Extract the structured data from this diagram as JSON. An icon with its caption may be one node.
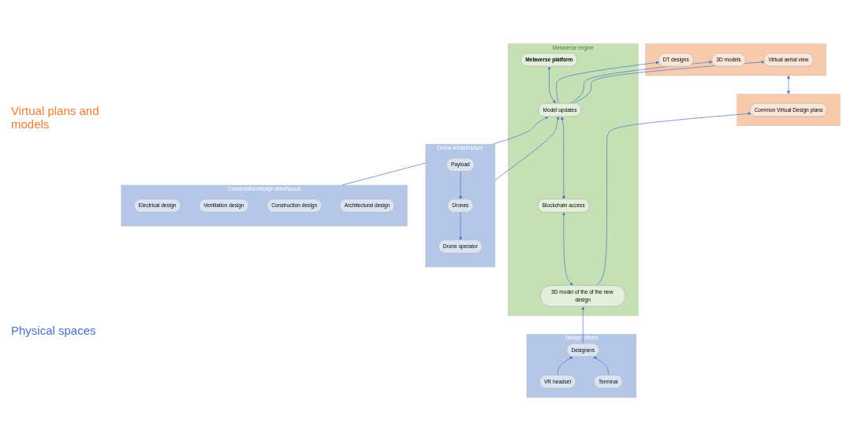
{
  "diagram": {
    "nodes": [
      {
        "text": [],
        "shape": "box"
      },
      {
        "text": [
          "Common Virtual Design plans"
        ],
        "in": 0
      },
      {
        "text": [],
        "shape": "box"
      },
      {
        "text": [
          "Virtual aerial view"
        ],
        "in": 2
      },
      {
        "text": [
          "3D models"
        ],
        "in": 2
      },
      {
        "text": [
          "DT designs"
        ],
        "in": 2
      },
      {
        "text": [
          "Metaverse engine"
        ]
      },
      {
        "text": [
          "3D model of the of the new design"
        ],
        "in": 6
      },
      {
        "text": [
          "Blockchain access"
        ],
        "in": 6
      },
      {
        "text": [
          "Model updates"
        ],
        "in": 6
      },
      {
        "text": [
          "Metaverse platform"
        ],
        "in": 6
      },
      {
        "text": [
          "Design offices"
        ]
      },
      {
        "text": [
          "Designers"
        ],
        "in": 11
      },
      {
        "text": [
          "VR headset"
        ],
        "in": 11
      },
      {
        "text": [
          "Terminal"
        ],
        "in": 11
      },
      {
        "text": [
          "Drone infrastructure"
        ]
      },
      {
        "text": [
          "Drone operator"
        ],
        "in": 15
      },
      {
        "text": [
          "Drones"
        ],
        "in": 15
      },
      {
        "text": [
          "Payload"
        ],
        "in": 15
      },
      {
        "text": [
          "Construction/design area/space"
        ]
      },
      {
        "text": [
          "Electrical design"
        ],
        "in": 19
      },
      {
        "text": [
          "Ventilation design"
        ],
        "in": 19
      },
      {
        "text": [
          "Construction design"
        ],
        "in": 19
      },
      {
        "text": [
          "Architectural design"
        ],
        "in": 19
      }
    ],
    "edges": [
      {
        "from": 0,
        "to": 2,
        "arrow": "both"
      },
      {
        "from": 7,
        "to": 1,
        "arrow": "to"
      },
      {
        "from": 9,
        "to": 3,
        "arrow": "to"
      },
      {
        "from": 9,
        "to": 4,
        "arrow": "to"
      },
      {
        "from": 9,
        "to": 5,
        "arrow": "to"
      },
      {
        "from": 7,
        "to": 8,
        "arrow": "both"
      },
      {
        "from": 8,
        "to": 9,
        "arrow": "both"
      },
      {
        "from": 9,
        "to": 10,
        "arrow": "both"
      },
      {
        "from": 12,
        "to": 7,
        "arrow": "to"
      },
      {
        "from": 15,
        "to": 9,
        "arrow": "to"
      },
      {
        "from": 19,
        "to": 9,
        "arrow": "to"
      },
      {
        "from": 13,
        "to": 12,
        "arrow": "to"
      },
      {
        "from": 14,
        "to": 12,
        "arrow": "to"
      },
      {
        "from": 17,
        "to": 16,
        "arrow": "to"
      },
      {
        "from": 18,
        "to": 17,
        "arrow": "to"
      }
    ],
    "labels": [
      "Virtual plans and models",
      "Physical spaces"
    ]
  }
}
